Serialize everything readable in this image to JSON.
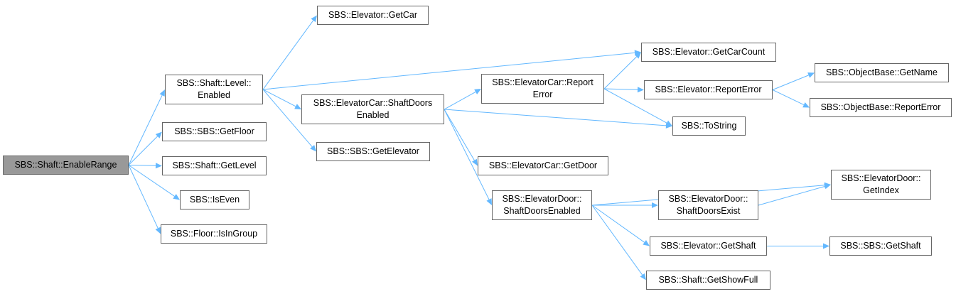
{
  "colors": {
    "edge": "#63b8ff",
    "border": "#666666",
    "root_fill": "#999999",
    "fill": "#ffffff"
  },
  "nodes": {
    "enable_range": {
      "lines": [
        "SBS::Shaft::EnableRange"
      ]
    },
    "level_enabled": {
      "lines": [
        "SBS::Shaft::Level::",
        "Enabled"
      ]
    },
    "sbs_get_floor": {
      "lines": [
        "SBS::SBS::GetFloor"
      ]
    },
    "shaft_get_level": {
      "lines": [
        "SBS::Shaft::GetLevel"
      ]
    },
    "is_even": {
      "lines": [
        "SBS::IsEven"
      ]
    },
    "floor_is_in_group": {
      "lines": [
        "SBS::Floor::IsInGroup"
      ]
    },
    "elevator_get_car": {
      "lines": [
        "SBS::Elevator::GetCar"
      ]
    },
    "elevatorcar_shaft_doors_enabled": {
      "lines": [
        "SBS::ElevatorCar::ShaftDoors",
        "Enabled"
      ]
    },
    "sbs_get_elevator": {
      "lines": [
        "SBS::SBS::GetElevator"
      ]
    },
    "elevatorcar_report_error": {
      "lines": [
        "SBS::ElevatorCar::Report",
        "Error"
      ]
    },
    "elevatorcar_get_door": {
      "lines": [
        "SBS::ElevatorCar::GetDoor"
      ]
    },
    "elevatordoor_shaft_doors_enabled": {
      "lines": [
        "SBS::ElevatorDoor::",
        "ShaftDoorsEnabled"
      ]
    },
    "elevator_get_car_count": {
      "lines": [
        "SBS::Elevator::GetCarCount"
      ]
    },
    "elevator_report_error": {
      "lines": [
        "SBS::Elevator::ReportError"
      ]
    },
    "to_string": {
      "lines": [
        "SBS::ToString"
      ]
    },
    "elevatordoor_shaft_doors_exist": {
      "lines": [
        "SBS::ElevatorDoor::",
        "ShaftDoorsExist"
      ]
    },
    "elevator_get_shaft": {
      "lines": [
        "SBS::Elevator::GetShaft"
      ]
    },
    "shaft_get_show_full": {
      "lines": [
        "SBS::Shaft::GetShowFull"
      ]
    },
    "objectbase_get_name": {
      "lines": [
        "SBS::ObjectBase::GetName"
      ]
    },
    "objectbase_report_error": {
      "lines": [
        "SBS::ObjectBase::ReportError"
      ]
    },
    "elevatordoor_get_index": {
      "lines": [
        "SBS::ElevatorDoor::",
        "GetIndex"
      ]
    },
    "sbs_get_shaft": {
      "lines": [
        "SBS::SBS::GetShaft"
      ]
    }
  },
  "edges": [
    [
      "enable_range",
      "level_enabled"
    ],
    [
      "enable_range",
      "sbs_get_floor"
    ],
    [
      "enable_range",
      "shaft_get_level"
    ],
    [
      "enable_range",
      "is_even"
    ],
    [
      "enable_range",
      "floor_is_in_group"
    ],
    [
      "level_enabled",
      "elevator_get_car"
    ],
    [
      "level_enabled",
      "elevator_get_car_count"
    ],
    [
      "level_enabled",
      "elevatorcar_shaft_doors_enabled"
    ],
    [
      "level_enabled",
      "sbs_get_elevator"
    ],
    [
      "elevatorcar_shaft_doors_enabled",
      "elevatorcar_report_error"
    ],
    [
      "elevatorcar_shaft_doors_enabled",
      "to_string"
    ],
    [
      "elevatorcar_shaft_doors_enabled",
      "elevatorcar_get_door"
    ],
    [
      "elevatorcar_shaft_doors_enabled",
      "elevatordoor_shaft_doors_enabled"
    ],
    [
      "elevatorcar_report_error",
      "elevator_get_car_count"
    ],
    [
      "elevatorcar_report_error",
      "elevator_report_error"
    ],
    [
      "elevatorcar_report_error",
      "to_string"
    ],
    [
      "elevator_report_error",
      "objectbase_get_name"
    ],
    [
      "elevator_report_error",
      "objectbase_report_error"
    ],
    [
      "elevatordoor_shaft_doors_enabled",
      "elevatordoor_get_index"
    ],
    [
      "elevatordoor_shaft_doors_enabled",
      "elevatordoor_shaft_doors_exist"
    ],
    [
      "elevatordoor_shaft_doors_enabled",
      "elevator_get_shaft"
    ],
    [
      "elevatordoor_shaft_doors_enabled",
      "shaft_get_show_full"
    ],
    [
      "elevatordoor_shaft_doors_exist",
      "elevatordoor_get_index"
    ],
    [
      "elevator_get_shaft",
      "sbs_get_shaft"
    ]
  ]
}
